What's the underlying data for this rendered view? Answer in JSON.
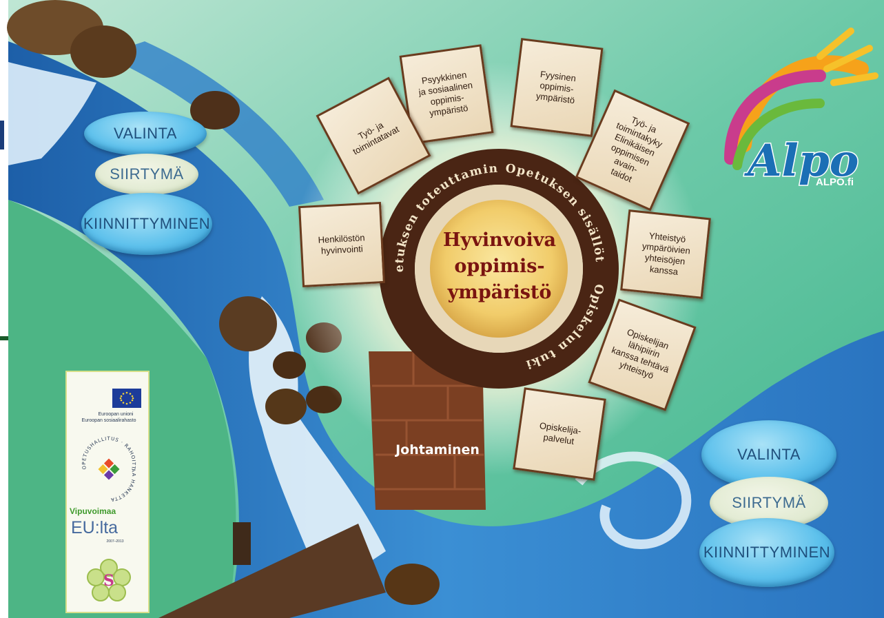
{
  "colors": {
    "water_blue": "#3c8fd1",
    "meadow_green": "#6fc7a4",
    "ring_brown": "#4a2514",
    "card_paper": "#f1e3c8",
    "center_fill": "#f2cf6e",
    "center_text": "#7a1410"
  },
  "left_stack": {
    "valinta": "VALINTA",
    "siirtyma": "SIIRTYMÄ",
    "kiinnittyminen": "KIINNITTYMINEN"
  },
  "right_stack": {
    "valinta": "VALINTA",
    "siirtyma": "SIIRTYMÄ",
    "kiinnittyminen": "KIINNITTYMINEN"
  },
  "center": {
    "title": "Hyvinvoiva\noppimis-\nympäristö"
  },
  "ring": {
    "top_left": "Opetuksen toteuttaminen",
    "top_right": "Opetuksen sisällöt",
    "bottom_right": "Opiskelun tuki"
  },
  "cards": {
    "psyykkinen": "Psyykkinen\nja sosiaalinen\noppimis-\nympäristö",
    "fyysinen": "Fyysinen\noppimis-\nympäristö",
    "tyo_ja_toimintatavat": "Työ- ja\ntoimintatavat",
    "tyo_ja_toimintakyky": "Työ- ja\ntoimintakyky\nElinikäisen\noppimisen avain-\ntaidot",
    "henkiloston": "Henkilöstön\nhyvinvointi",
    "yhteistyo": "Yhteistyö\nympäröivien\nyhteisöjen\nkanssa",
    "opiskelijan": "Opiskelijan\nlähipiirin\nkanssa tehtävä\nyhteistyö",
    "opiskelijapalvelut": "Opiskelija-\npalvelut"
  },
  "leadership": "Johtaminen",
  "logo": {
    "brand": "Alpo",
    "site": "ALPO.fi"
  },
  "eu_panel": {
    "eu_line1": "Euroopan unioni",
    "eu_line2": "Euroopan sosiaalirahasto",
    "oph_ring": "OPETUSHALLITUS · RAHOITTAA HANKETTA",
    "vipuvoimaa": "Vipuvoimaa",
    "eu_lta": "EU:lta",
    "years": "2007–2013"
  }
}
